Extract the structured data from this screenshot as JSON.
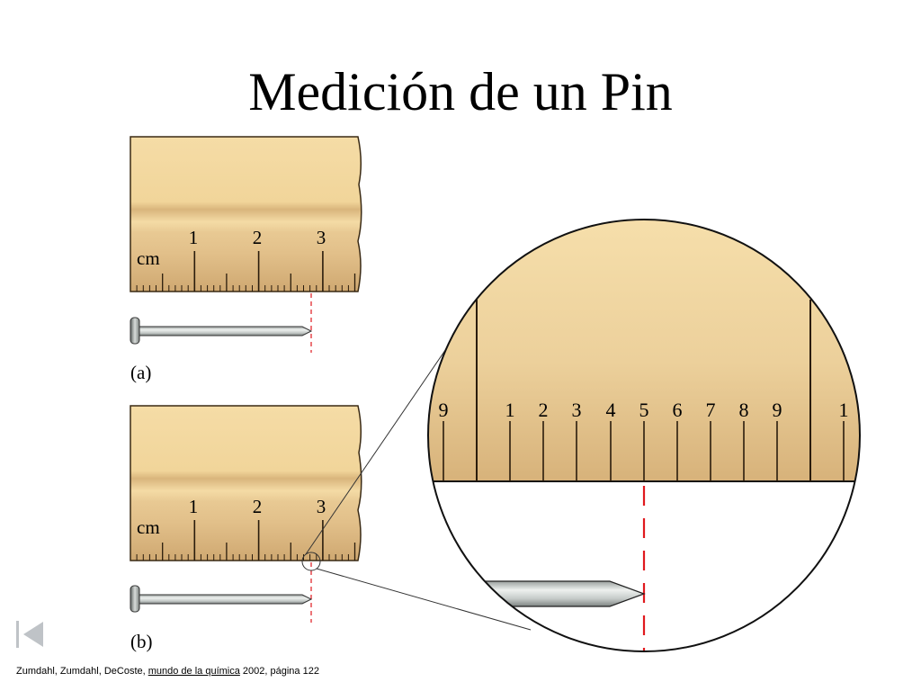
{
  "slide": {
    "title": "Medición de un Pin"
  },
  "ruler_a": {
    "unit_label": "cm",
    "numbers": [
      "1",
      "2",
      "3"
    ],
    "caption": "(a)"
  },
  "ruler_b": {
    "unit_label": "cm",
    "numbers": [
      "1",
      "2",
      "3"
    ],
    "caption": "(b)"
  },
  "magnifier": {
    "numbers": [
      "9",
      "1",
      "2",
      "3",
      "4",
      "5",
      "6",
      "7",
      "8",
      "9",
      "1"
    ]
  },
  "citation": {
    "authors": "Zumdahl, Zumdahl, DeCoste, ",
    "book": "mundo de la química",
    "rest": " 2002, página 122"
  },
  "colors": {
    "ruler_light": "#f3d9a3",
    "ruler_mid": "#e6c48a",
    "ruler_dark": "#c9a46b",
    "ruler_edge": "#3a2a14",
    "guide_red": "#e0191e",
    "pin_steel": "#cfd3d1"
  },
  "icons": {
    "nav_back": "skip-back-icon"
  }
}
